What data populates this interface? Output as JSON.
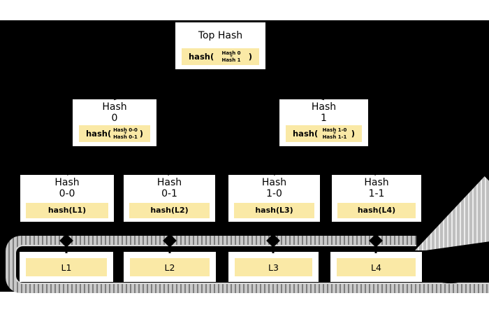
{
  "colors": {
    "page_background": "#ffffff",
    "figure_background": "#000000",
    "node_box": "#ffffff",
    "hash_highlight": "#fae9a6",
    "dashed_border": "#c9c9c9",
    "text": "#000000"
  },
  "tree": {
    "root": {
      "title": "Top Hash",
      "fn_open": "hash(",
      "arg1": "Hash 0",
      "plus": "+",
      "arg2": "Hash 1",
      "fn_close": ")"
    },
    "level1": [
      {
        "title1": "Hash",
        "title2": "0",
        "fn_open": "hash(",
        "arg1": "Hash 0-0",
        "plus": "+",
        "arg2": "Hash 0-1",
        "fn_close": ")"
      },
      {
        "title1": "Hash",
        "title2": "1",
        "fn_open": "hash(",
        "arg1": "Hash 1-0",
        "plus": "+",
        "arg2": "Hash 1-1",
        "fn_close": ")"
      }
    ],
    "level2": [
      {
        "title1": "Hash",
        "title2": "0-0",
        "hash_label": "hash(L1)"
      },
      {
        "title1": "Hash",
        "title2": "0-1",
        "hash_label": "hash(L2)"
      },
      {
        "title1": "Hash",
        "title2": "1-0",
        "hash_label": "hash(L3)"
      },
      {
        "title1": "Hash",
        "title2": "1-1",
        "hash_label": "hash(L4)"
      }
    ],
    "leaves": [
      {
        "label": "L1"
      },
      {
        "label": "L2"
      },
      {
        "label": "L3"
      },
      {
        "label": "L4"
      }
    ]
  }
}
